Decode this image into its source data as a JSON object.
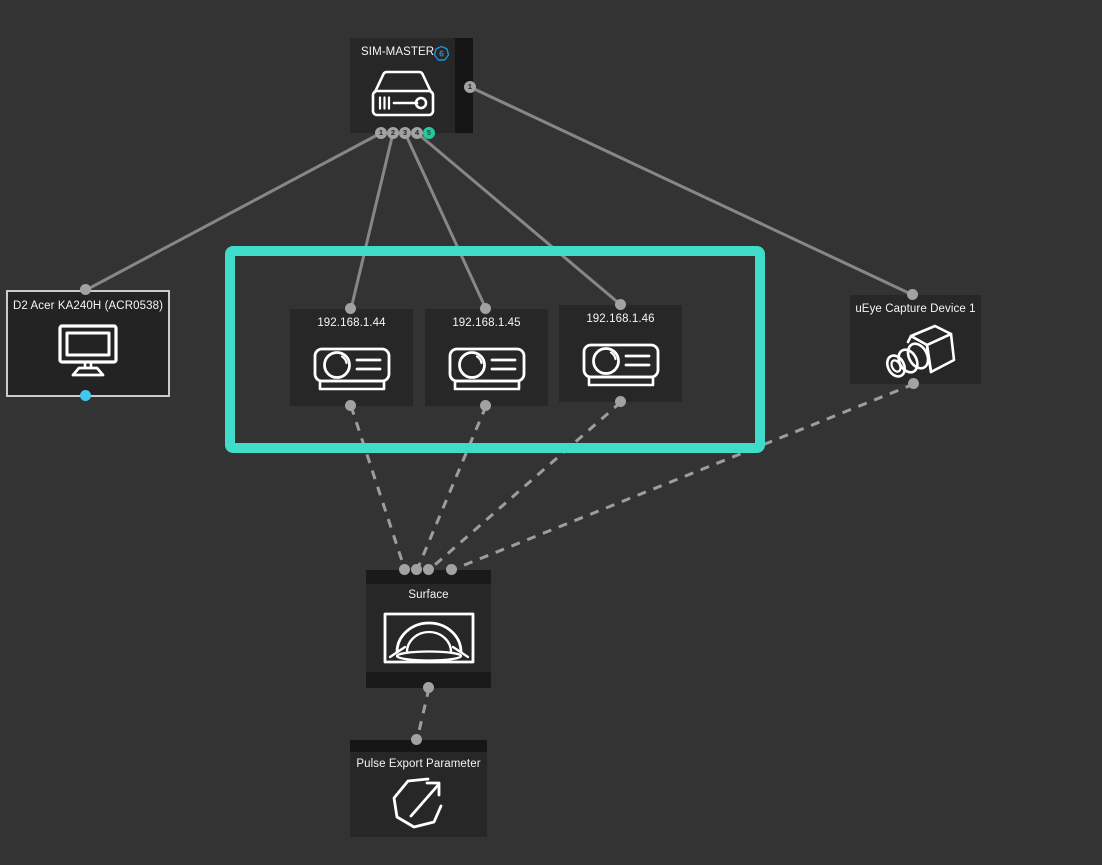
{
  "nodes": {
    "sim_master": {
      "title": "SIM-MASTER",
      "badge_count": "6",
      "output_ports": [
        "1",
        "2",
        "3",
        "4",
        "5"
      ],
      "side_port": "1",
      "icon": "media-server-icon"
    },
    "display": {
      "title": "D2 Acer KA240H (ACR0538)",
      "icon": "monitor-icon"
    },
    "projector_1": {
      "title": "192.168.1.44",
      "icon": "projector-icon"
    },
    "projector_2": {
      "title": "192.168.1.45",
      "icon": "projector-icon"
    },
    "projector_3": {
      "title": "192.168.1.46",
      "icon": "projector-icon"
    },
    "capture": {
      "title": "uEye Capture Device 1",
      "icon": "camera-icon"
    },
    "surface": {
      "title": "Surface",
      "icon": "dome-surface-icon"
    },
    "pulse": {
      "title": "Pulse Export Parameter",
      "icon": "export-arrow-icon"
    }
  },
  "edges": [
    {
      "from": "sim_master.out1",
      "to": "display",
      "style": "solid"
    },
    {
      "from": "sim_master.out2",
      "to": "projector_1",
      "style": "solid"
    },
    {
      "from": "sim_master.out3",
      "to": "projector_2",
      "style": "solid"
    },
    {
      "from": "sim_master.out4",
      "to": "projector_3",
      "style": "solid"
    },
    {
      "from": "sim_master.side1",
      "to": "capture",
      "style": "solid"
    },
    {
      "from": "projector_1",
      "to": "surface",
      "style": "dashed"
    },
    {
      "from": "projector_2",
      "to": "surface",
      "style": "dashed"
    },
    {
      "from": "projector_3",
      "to": "surface",
      "style": "dashed"
    },
    {
      "from": "capture",
      "to": "surface",
      "style": "dashed"
    },
    {
      "from": "surface",
      "to": "pulse",
      "style": "dashed"
    }
  ],
  "colors": {
    "background": "#333333",
    "node_bg": "#272727",
    "selection": "#3edcc9",
    "port_default": "#a2a2a2",
    "port_highlight_teal": "#25c9a0",
    "port_highlight_cyan": "#41c8f0",
    "badge_blue": "#2090d8",
    "wire_solid": "#878787",
    "wire_dashed": "#9d9d9d"
  }
}
